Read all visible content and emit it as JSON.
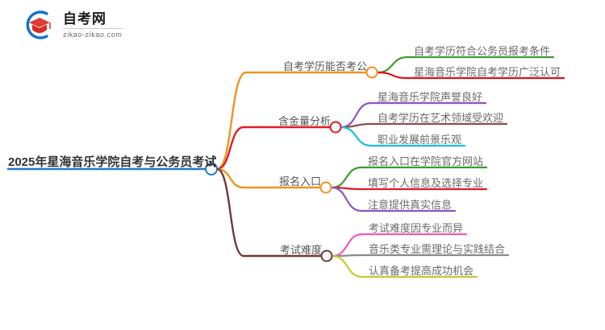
{
  "logo": {
    "title": "自考网",
    "subtitle": "zikao-zikao.com",
    "mark_icon": "graduation-cap-icon",
    "ring_color": "#1473c6",
    "cap_color": "#e03c31"
  },
  "mindmap": {
    "root": {
      "label": "2025年星海音乐学院自考与公务员考试",
      "color": "#2079c7"
    },
    "branches": [
      {
        "label": "自考学历能否考公",
        "color": "#f2921d",
        "children": [
          {
            "label": "自考学历符合公务员报考条件",
            "color": "#3f9a35"
          },
          {
            "label": "星海音乐学院自考学历广泛认可",
            "color": "#dc0f19"
          }
        ]
      },
      {
        "label": "含金量分析",
        "color": "#e01b24",
        "children": [
          {
            "label": "星海音乐学院声誉良好",
            "color": "#8e52c4"
          },
          {
            "label": "自考学历在艺术领域受欢迎",
            "color": "#8a5048"
          },
          {
            "label": "职业发展前景乐观",
            "color": "#19bcdd"
          }
        ]
      },
      {
        "label": "报名入口",
        "color": "#f2921d",
        "children": [
          {
            "label": "报名入口在学院官方网站",
            "color": "#3f9a35"
          },
          {
            "label": "填写个人信息及选择专业",
            "color": "#e01b24"
          },
          {
            "label": "注意提供真实信息",
            "color": "#8e52c4"
          }
        ]
      },
      {
        "label": "考试难度",
        "color": "#6e3b34",
        "children": [
          {
            "label": "考试难度因专业而异",
            "color": "#ef5bbb"
          },
          {
            "label": "音乐类专业需理论与实践结合",
            "color": "#8a8a8a"
          },
          {
            "label": "认真备考提高成功机会",
            "color": "#c9c72b"
          }
        ]
      }
    ]
  }
}
